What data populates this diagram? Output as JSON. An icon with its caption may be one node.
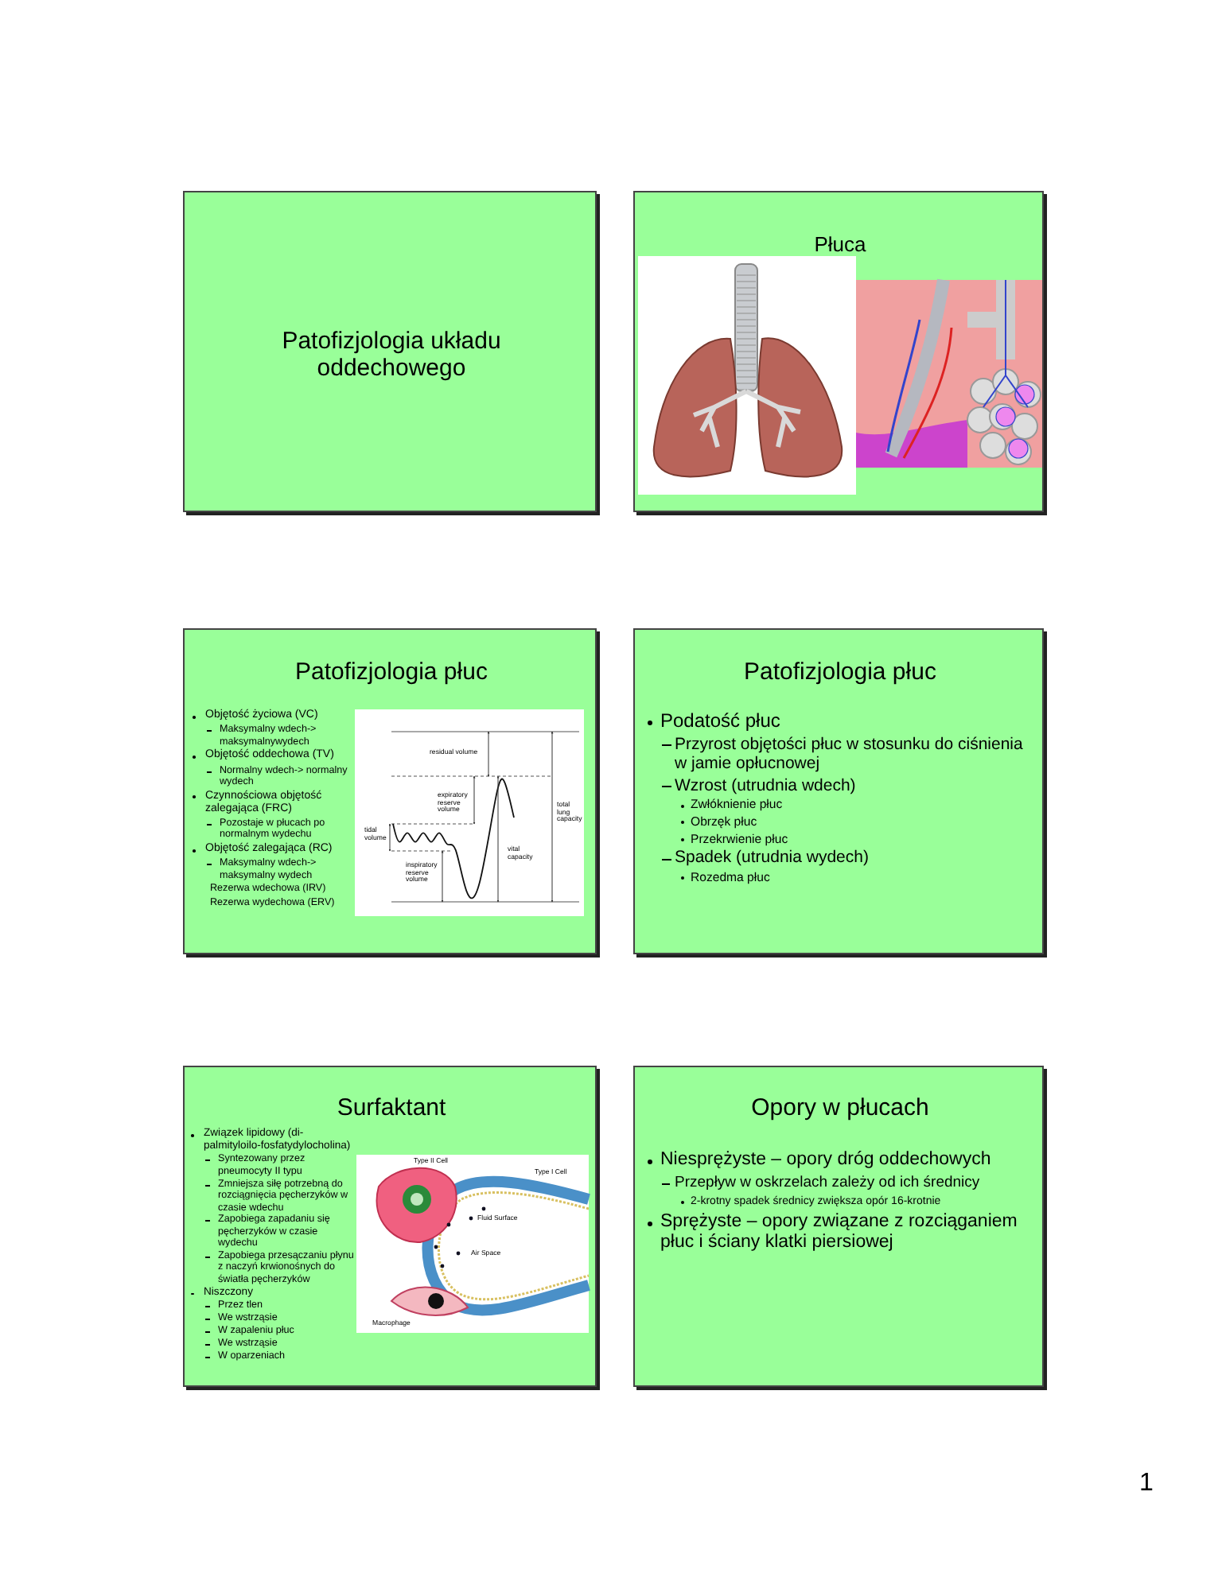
{
  "diagram": {
    "nodes": [
      {
        "text": [
          "Patofizjologia układu oddechowego"
        ]
      },
      {
        "text": [
          "Płuca"
        ]
      },
      {
        "text": [
          "Patofizjologia płuc",
          "Objętość życiowa (VC)",
          "Maksymalny wdech-> maksymalnywydech",
          "Objętość oddechowa (TV)",
          "Normalny wdech-> normalny wydech",
          "Czynnościowa objętość zalegająca (FRC)",
          "Pozostaje w płucach po normalnym wydechu",
          "Objętość zalegająca (RC)",
          "Maksymalny wdech-> maksymalny wydech",
          "Rezerwa wdechowa (IRV)",
          "Rezerwa wydechowa (ERV)"
        ]
      },
      {
        "text": [
          "Patofizjologia płuc",
          "Podatość płuc",
          "Przyrost objętości płuc w stosunku do ciśnienia w jamie opłucnowej",
          "Wzrost (utrudnia wdech)",
          "Zwłóknienie płuc",
          "Obrzęk płuc",
          "Przekrwienie płuc",
          "Spadek (utrudnia wydech)",
          "Rozedma płuc"
        ]
      },
      {
        "text": [
          "Surfaktant",
          "Związek lipidowy (di-palmityloilo-fosfatydylocholina)",
          "Syntezowany przez pneumocyty II typu",
          "Zmniejsza siłę potrzebną do rozciągnięcia pęcherzyków w czasie wdechu",
          "Zapobiega zapadaniu się pęcherzyków w czasie wydechu",
          "Zapobiega przesączaniu płynu z naczyń krwionośnych do światła pęcherzyków",
          "Niszczony",
          "Przez tlen",
          "We wstrząsie",
          "W zapaleniu płuc",
          "We wstrząsie",
          "W oparzeniach"
        ]
      },
      {
        "text": [
          "Opory w płucach",
          "Niesprężyste – opory dróg oddechowych",
          "Przepływ w oskrzelach zależy od ich średnicy",
          "2-krotny spadek średnicy zwiększa opór 16-krotnie",
          "Sprężyste – opory związane z rozciąganiem płuc i ściany klatki piersiowej"
        ]
      }
    ],
    "labels": [
      "residual volume",
      "expiratory reserve volume",
      "tidal volume",
      "total lung capacity",
      "vital capacity",
      "inspiratory reserve volume",
      "Type II Cell",
      "Type I Cell",
      "Fluid Surface",
      "Air Space",
      "Macrophage",
      "1"
    ]
  }
}
